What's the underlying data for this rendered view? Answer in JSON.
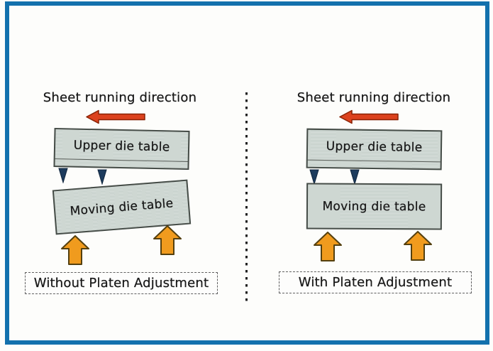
{
  "panels": [
    {
      "title": "Sheet running direction",
      "upper_table": "Upper die table",
      "moving_table": "Moving die table",
      "caption": "Without Platen Adjustment"
    },
    {
      "title": "Sheet running direction",
      "upper_table": "Upper die table",
      "moving_table": "Moving die table",
      "caption": "With Platen Adjustment"
    }
  ],
  "colors": {
    "frame_blue": "#1371ad",
    "table_fill": "#ccd5d0",
    "table_border": "#454c47",
    "red_arrow": "#dc421e",
    "orange_arrow": "#f09b1e",
    "pin_navy": "#1d3c5e"
  }
}
